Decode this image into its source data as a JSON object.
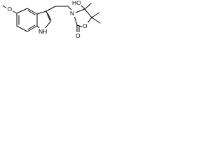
{
  "diagram": {
    "type": "chemical-structure",
    "atom_labels": {
      "methoxy_o": "O",
      "indole_nh": "NH",
      "amide_n": "N",
      "hydroxyl": "HO",
      "ring_o": "O",
      "carbonyl_o": "O"
    },
    "colors": {
      "bond": "#000000",
      "background": "#ffffff"
    }
  }
}
